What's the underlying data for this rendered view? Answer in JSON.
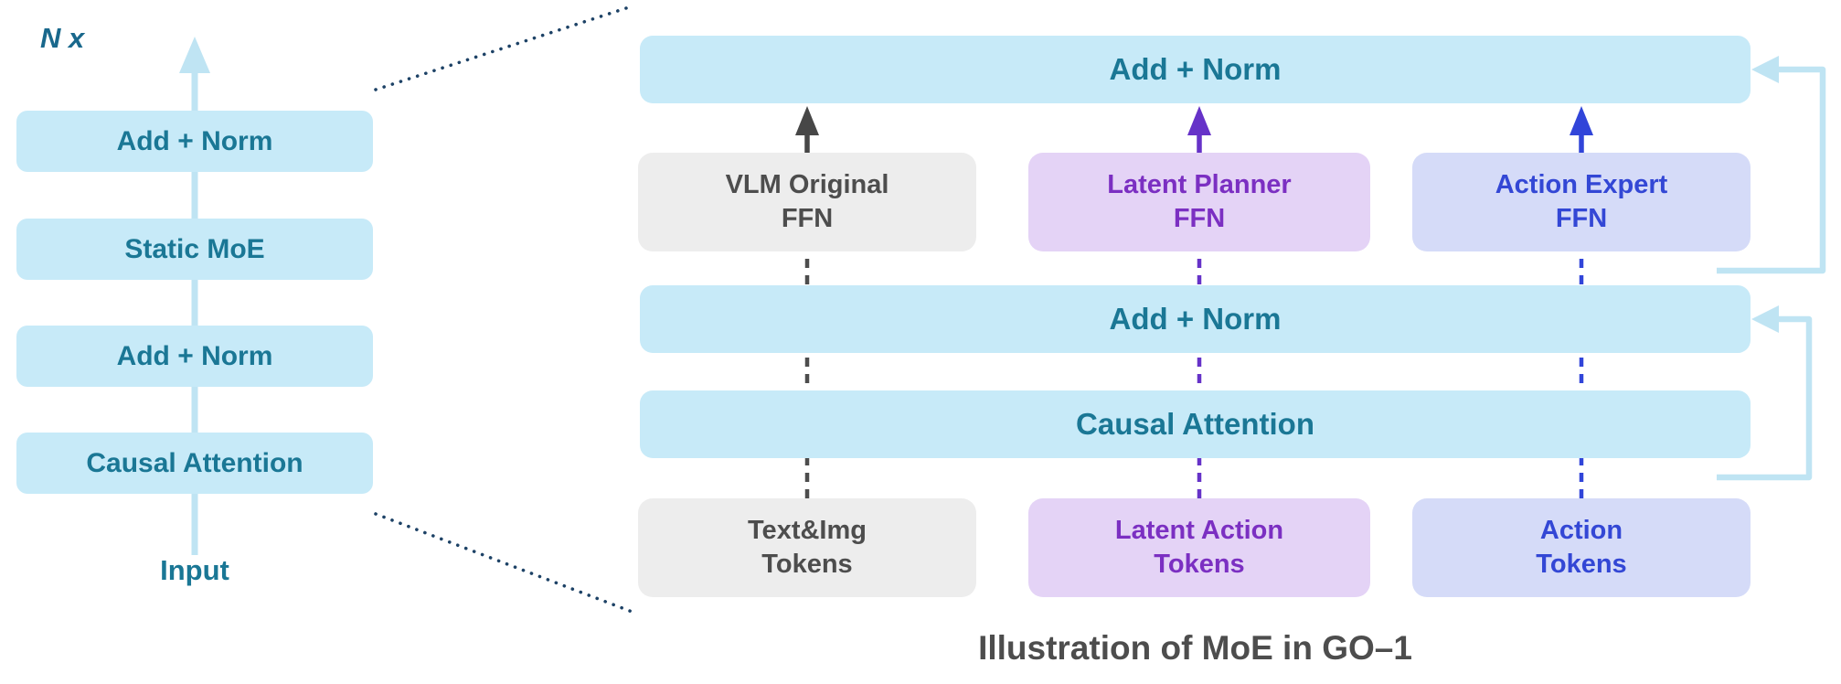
{
  "title_caption": "Illustration of MoE in GO–1",
  "left_stack": {
    "repeat_label": "N x",
    "blocks": [
      {
        "label": "Add + Norm"
      },
      {
        "label": "Static MoE"
      },
      {
        "label": "Add + Norm"
      },
      {
        "label": "Causal Attention"
      }
    ],
    "input_label": "Input"
  },
  "right_panel": {
    "bars": {
      "top": "Add + Norm",
      "middle": "Add + Norm",
      "attention": "Causal Attention"
    },
    "experts": [
      {
        "line1": "VLM Original",
        "line2": "FFN"
      },
      {
        "line1": "Latent Planner",
        "line2": "FFN"
      },
      {
        "line1": "Action Expert",
        "line2": "FFN"
      }
    ],
    "tokens": [
      {
        "line1": "Text&Img",
        "line2": "Tokens"
      },
      {
        "line1": "Latent Action",
        "line2": "Tokens"
      },
      {
        "line1": "Action",
        "line2": "Tokens"
      }
    ]
  },
  "colors": {
    "block_fill": "#c7eaf8",
    "block_text": "#1a7795",
    "vlm_fill": "#ededed",
    "vlm_text": "#4d4d4d",
    "planner_fill": "#e4d3f6",
    "planner_text": "#7b2fc2",
    "action_fill": "#d5dbf8",
    "action_text": "#3347d5",
    "skip_line": "#bfe4f3",
    "dotted_line": "#1d4266",
    "caption_text": "#4d4d4d"
  }
}
